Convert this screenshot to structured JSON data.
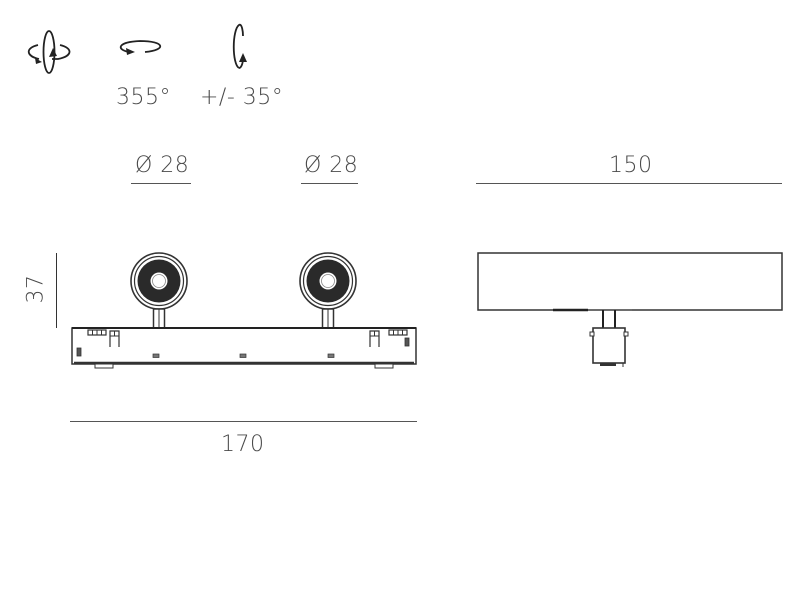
{
  "rotation_icons": {
    "both_axes": {
      "icon": "rotate-both-axes-icon"
    },
    "horizontal": {
      "icon": "rotate-horizontal-icon",
      "label": "355°"
    },
    "vertical": {
      "icon": "rotate-vertical-icon",
      "label": "+/- 35°"
    }
  },
  "front_view": {
    "head_diameters": [
      {
        "label": "Ø 28"
      },
      {
        "label": "Ø 28"
      }
    ],
    "height_label": "37",
    "width_label": "170",
    "head_count": 2
  },
  "side_view": {
    "length_label": "150"
  },
  "colors": {
    "line": "#333333",
    "text": "#4a4a4a",
    "lens_dark": "#2a2a2a",
    "background": "#ffffff"
  }
}
